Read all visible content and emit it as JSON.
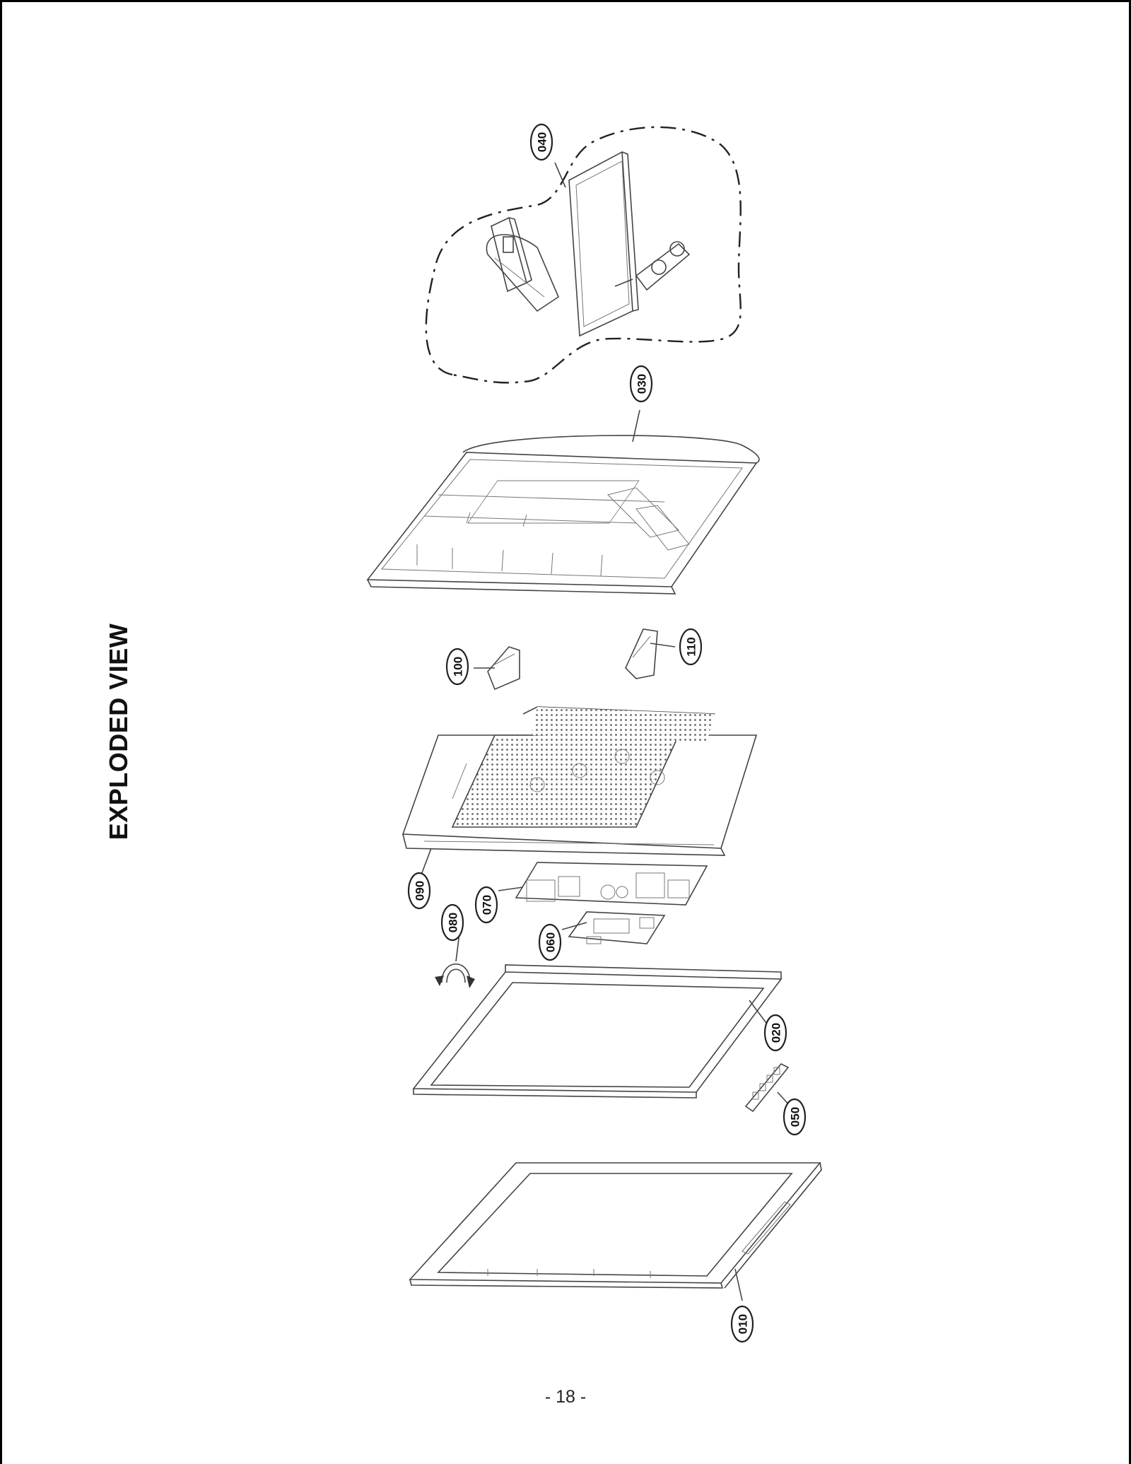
{
  "title": "EXPLODED VIEW",
  "page_number": "- 18 -",
  "callouts": [
    "010",
    "020",
    "030",
    "040",
    "050",
    "060",
    "070",
    "080",
    "090",
    "100",
    "110"
  ]
}
